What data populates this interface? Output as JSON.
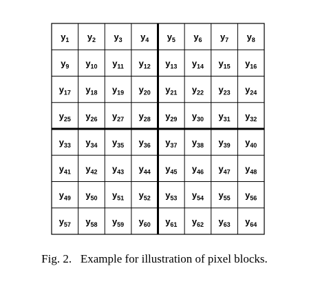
{
  "grid": {
    "rows": 8,
    "cols": 8,
    "block_rows": 2,
    "block_cols": 2,
    "cells": [
      [
        "y1",
        "y2",
        "y3",
        "y4",
        "y5",
        "y6",
        "y7",
        "y8"
      ],
      [
        "y9",
        "y10",
        "y11",
        "y12",
        "y13",
        "y14",
        "y15",
        "y16"
      ],
      [
        "y17",
        "y18",
        "y19",
        "y20",
        "y21",
        "y22",
        "y23",
        "y24"
      ],
      [
        "y25",
        "y26",
        "y27",
        "y28",
        "y29",
        "y30",
        "y31",
        "y32"
      ],
      [
        "y33",
        "y34",
        "y35",
        "y36",
        "y37",
        "y38",
        "y39",
        "y40"
      ],
      [
        "y41",
        "y42",
        "y43",
        "y44",
        "y45",
        "y46",
        "y47",
        "y48"
      ],
      [
        "y49",
        "y50",
        "y51",
        "y52",
        "y53",
        "y54",
        "y55",
        "y56"
      ],
      [
        "y57",
        "y58",
        "y59",
        "y60",
        "y61",
        "y62",
        "y63",
        "y64"
      ]
    ]
  },
  "caption": {
    "label": "Fig. 2.",
    "text": "Example for illustration of pixel blocks."
  }
}
